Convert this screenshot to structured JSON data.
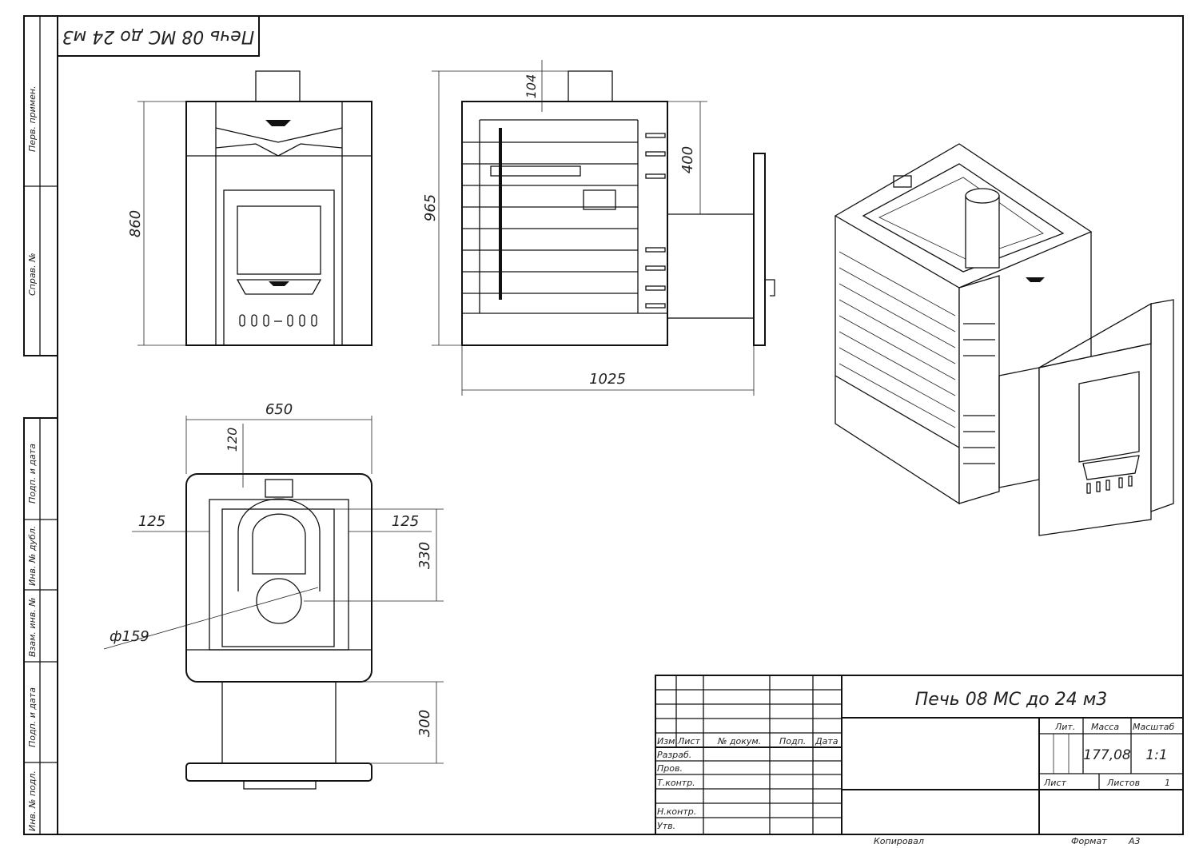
{
  "stamp_mirrored": "Печь 08 МС до 24 м3",
  "side_strip": {
    "perv_primen": "Перв. примен.",
    "sprav_no": "Справ. №",
    "podp_data_1": "Подп. и дата",
    "inv_dubl": "Инв. № дубл.",
    "vzam_inv": "Взам. инв. №",
    "podp_data_2": "Подп. и дата",
    "inv_podl": "Инв. № подл."
  },
  "dimensions": {
    "front_height": "860",
    "side_height": "965",
    "side_top": "104",
    "side_400": "400",
    "side_length": "1025",
    "top_width": "650",
    "top_120": "120",
    "top_left_125": "125",
    "top_right_125": "125",
    "top_330": "330",
    "top_diameter": "ф159",
    "top_300": "300"
  },
  "title_block": {
    "title": "Печь 08 МС до 24 м3",
    "col_izm": "Изм.",
    "col_list": "Лист",
    "col_doc": "№ докум.",
    "col_podp": "Подп.",
    "col_data": "Дата",
    "razrab": "Разраб.",
    "prov": "Пров.",
    "tkontr": "Т.контр.",
    "nkontr": "Н.контр.",
    "utv": "Утв.",
    "lit": "Лит.",
    "massa": "Масса",
    "masshtab": "Масштаб",
    "massa_value": "177,08",
    "masshtab_value": "1:1",
    "list": "Лист",
    "listov": "Листов",
    "listov_value": "1",
    "kopiroval": "Копировал",
    "format": "Формат",
    "format_value": "А3"
  }
}
